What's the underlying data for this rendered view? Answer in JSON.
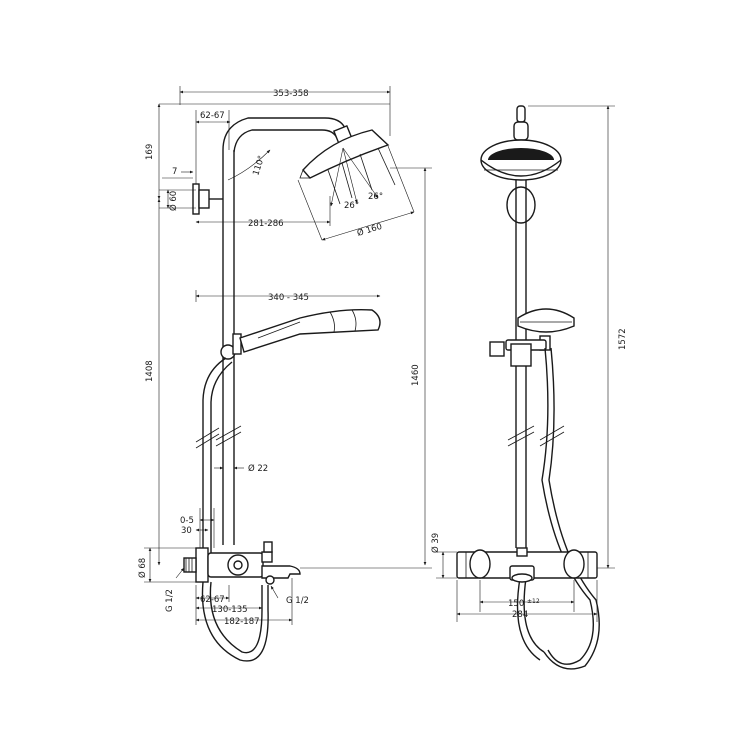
{
  "side_view": {
    "overall_width": "353-358",
    "wall_offset": "62-67",
    "top_height": "169",
    "bracket_depth": "7",
    "bracket_diameter": "Ø 60",
    "arm_angle": "110°",
    "spray_angle_left": "26°",
    "spray_angle_right": "26°",
    "head_reach": "281-286",
    "head_diameter": "Ø 160",
    "hand_shower_reach": "340 - 345",
    "rail_height": "1408",
    "outlet_height": "1460",
    "rail_diameter": "Ø 22",
    "adjust_range": "0-5",
    "mixer_depth": "30",
    "mixer_diameter": "Ø 68",
    "inlet_left": "G 1/2",
    "inlet_right": "G 1/2",
    "spout_offset_a": "62-67",
    "spout_offset_b": "130-135",
    "spout_offset_c": "182-187"
  },
  "front_view": {
    "total_height": "1572",
    "mixer_diameter": "Ø 39",
    "inlet_spacing": "150",
    "inlet_tolerance": "±12",
    "mixer_width": "284"
  }
}
